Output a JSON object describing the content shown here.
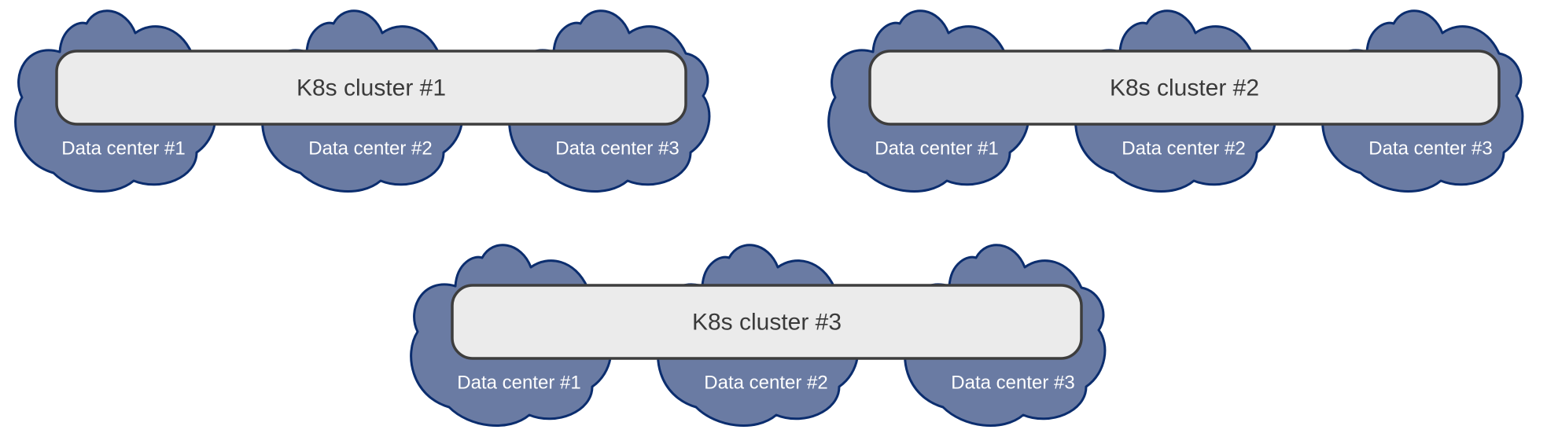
{
  "colors": {
    "cloud_fill": "#6a7ba3",
    "cloud_stroke": "#0b2d6e",
    "cluster_fill": "#ebebeb",
    "cluster_stroke": "#3d3d3d",
    "cluster_text": "#3a3a3a",
    "dc_text": "#ffffff"
  },
  "icons": {
    "data_center": "cloud-icon"
  },
  "clusters": [
    {
      "label": "K8s cluster #1",
      "data_centers": [
        "Data center #1",
        "Data center #2",
        "Data center #3"
      ]
    },
    {
      "label": "K8s cluster #2",
      "data_centers": [
        "Data center #1",
        "Data center #2",
        "Data center #3"
      ]
    },
    {
      "label": "K8s cluster #3",
      "data_centers": [
        "Data center #1",
        "Data center #2",
        "Data center #3"
      ]
    }
  ]
}
